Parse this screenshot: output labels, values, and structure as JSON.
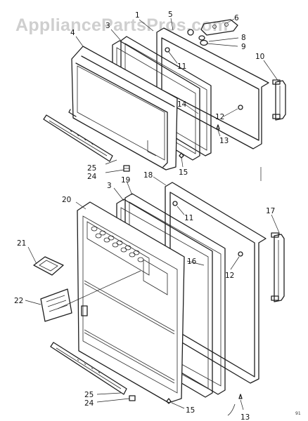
{
  "watermark": "AppliancePartsPros.com",
  "corner_mark": "91",
  "labels": {
    "l1": "1",
    "l3a": "3",
    "l4": "4",
    "l5": "5",
    "l6": "6",
    "l8": "8",
    "l9": "9",
    "l10": "10",
    "l11a": "11",
    "l12a": "12",
    "l13a": "13",
    "l14": "14",
    "l15a": "15",
    "l25a": "25",
    "l24a": "24",
    "l18": "18",
    "l3b": "3",
    "l19": "19",
    "l20": "20",
    "l17": "17",
    "l11b": "11",
    "l21": "21",
    "l16": "16",
    "l12b": "12",
    "l22": "22",
    "l25b": "25",
    "l24b": "24",
    "l15b": "15",
    "l13b": "13"
  }
}
